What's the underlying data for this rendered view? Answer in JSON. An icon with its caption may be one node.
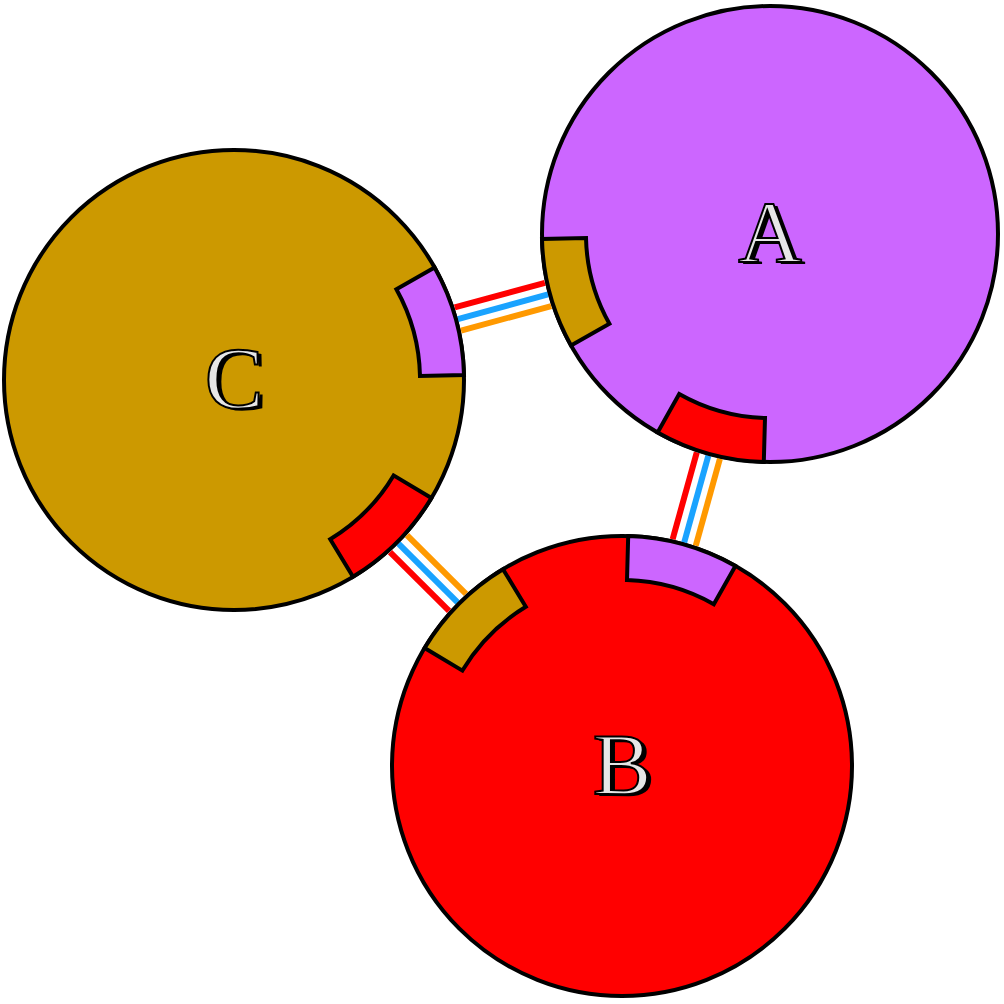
{
  "diagram": {
    "nodes": [
      {
        "text": [
          "A"
        ]
      },
      {
        "text": [
          "C"
        ]
      },
      {
        "text": [
          "B"
        ]
      }
    ],
    "edges": [
      {
        "from": 0,
        "to": 1,
        "arrow": "none"
      },
      {
        "from": 0,
        "to": 2,
        "arrow": "none"
      },
      {
        "from": 1,
        "to": 2,
        "arrow": "none"
      }
    ]
  }
}
